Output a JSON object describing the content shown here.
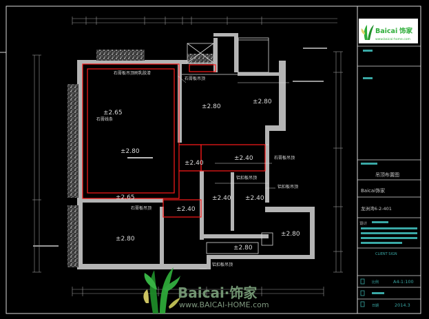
{
  "title_block": {
    "logo_word": "Baicai",
    "logo_cn": "饰家",
    "logo_url": "www.baicai-home.com",
    "drawing_name": "吊顶布置图",
    "company": "Baicai饰家",
    "project": "龙洲湾6-2-401",
    "labels": {
      "design": "设计",
      "scale": "比例",
      "date": "日期"
    },
    "scale_value": "A4-1:100",
    "date_value": "2014.3",
    "client_label": "CLIENT SIGN"
  },
  "plan": {
    "heights": {
      "h1": "±2.65",
      "h2": "±2.80",
      "h3": "±2.65",
      "h4": "±2.80",
      "h5": "±2.80",
      "h6": "±2.40",
      "h7": "±2.40",
      "h8": "±2.40",
      "h9": "±2.40",
      "h10": "±2.40",
      "h11": "±2.80",
      "h12": "±2.80",
      "h13": "±2.80"
    },
    "notes": {
      "n1": "石膏板吊顶刷乳胶漆",
      "n2": "石膏板吊顶",
      "n3": "石膏线条",
      "n4": "石膏板吊顶",
      "n5": "铝扣板吊顶",
      "n6": "铝扣板吊顶",
      "n7": "石膏板吊顶",
      "n8": "铝扣板吊顶"
    }
  },
  "watermark": {
    "brand": "Baicai·饰家",
    "url": "www.BAICAI-HOME.com"
  },
  "colors": {
    "wall": "#b4b4b4",
    "red_line": "#ff1a1a",
    "border": "#dcdcdc",
    "teal_bar": "#3aa9a6",
    "green_logo": "#2fae3a"
  }
}
